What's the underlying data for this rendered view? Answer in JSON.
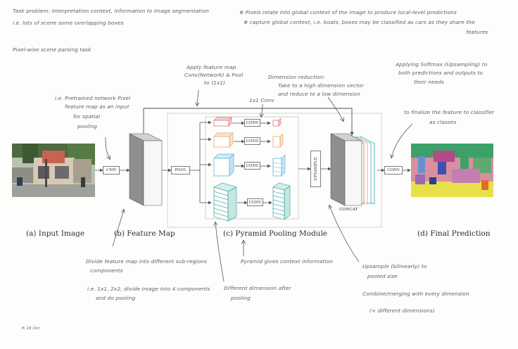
{
  "notes": {
    "top_left_1": "Task problem: Interpretation context, information to image segmentation",
    "top_left_2": "i.e. lots of scene some overlapping boxes",
    "top_left_3": "Pixel-wise scene parsing task",
    "top_right_1": "# Pixels relate into global context of the image to produce local-level predictions",
    "top_right_2": "# capture global context, i.e. boats, boxes may be classified as cars as they share the",
    "top_right_3": "features",
    "arrow_cnn_1": "i.e. Pretrained network Pixel",
    "arrow_cnn_2": "feature map as an input",
    "arrow_cnn_3": "for spatial",
    "arrow_cnn_4": "pooling",
    "conv_1x1_1": "Apply feature map",
    "conv_1x1_2": "Conv(Network) & Pool",
    "conv_1x1_3": "to (1x1)",
    "dim_red_1": "Dimension reduction:",
    "dim_red_2": "Take to a high dimension vector",
    "dim_red_3": "and reduce to a low dimension",
    "dim_red_4": "1x1 Conv",
    "upsample_1": "Applying Softmax (Upsampling) to",
    "upsample_2": "both predictions and outputs to",
    "upsample_3": "their needs",
    "final_1": "to finalize the feature to classifier",
    "final_2": "as classes",
    "bottom_left_1": "Divide feature map into different sub-regions",
    "bottom_left_2": "components",
    "bottom_left_3": "i.e. 1x1, 2x2, divide image into 4 components",
    "bottom_left_4": "and do pooling",
    "pyramid_note": "Pyramid gives context information",
    "pool_note_1": "Different dimension after",
    "pool_note_2": "pooling",
    "upsample_note_1": "Upsample (bilinearly) to",
    "upsample_note_2": "pooled size",
    "concat_note_1": "Combine/merging with every dimension",
    "concat_note_2": "(+ different dimensions)",
    "corner_mark": "® 16 Oct"
  },
  "captions": {
    "input": "(a) Input Image",
    "feature": "(b) Feature Map",
    "pyramid": "(c) Pyramid Pooling Module",
    "final": "(d) Final Prediction"
  },
  "ops": {
    "cnn": "CNN",
    "pool": "POOL",
    "conv": "CONV",
    "upsample": "UPSAMPLE",
    "concat": "CONCAT"
  },
  "colors": {
    "branch_red": "#e07070",
    "branch_orange": "#e8a868",
    "branch_blue": "#58b8d8",
    "branch_teal": "#48b0a8"
  }
}
